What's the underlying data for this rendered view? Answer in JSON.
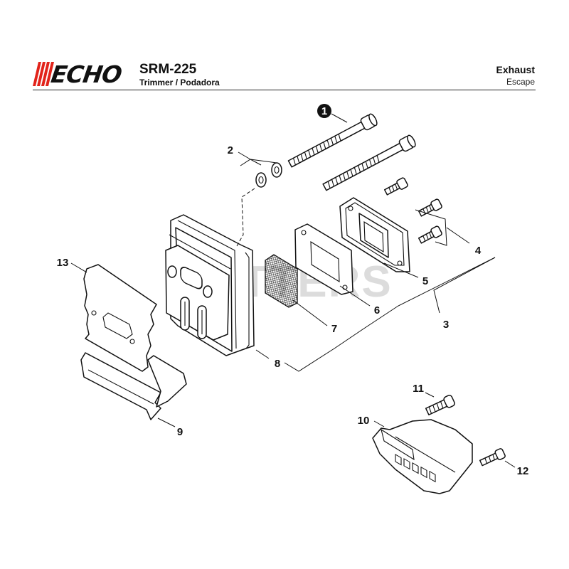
{
  "header": {
    "brand": "ECHO",
    "model": "SRM-225",
    "subtitle": "Trimmer / Podadora",
    "section_title": "Exhaust",
    "section_subtitle": "Escape"
  },
  "watermark": "CUTTERS",
  "callouts": [
    {
      "id": "1",
      "label": "1",
      "part": "bolt",
      "highlighted": true
    },
    {
      "id": "2",
      "label": "2",
      "part": "washer"
    },
    {
      "id": "3",
      "label": "3",
      "part": "muffler-assembly"
    },
    {
      "id": "4",
      "label": "4",
      "part": "screw"
    },
    {
      "id": "5",
      "label": "5",
      "part": "muffler-cover-plate"
    },
    {
      "id": "6",
      "label": "6",
      "part": "gasket"
    },
    {
      "id": "7",
      "label": "7",
      "part": "spark-arrestor-screen"
    },
    {
      "id": "8",
      "label": "8",
      "part": "muffler-body"
    },
    {
      "id": "9",
      "label": "9",
      "part": "heat-shield-plate"
    },
    {
      "id": "10",
      "label": "10",
      "part": "muffler-guard"
    },
    {
      "id": "11",
      "label": "11",
      "part": "guard-screw"
    },
    {
      "id": "12",
      "label": "12",
      "part": "guard-screw"
    },
    {
      "id": "13",
      "label": "13",
      "part": "insulator-gasket"
    }
  ],
  "colors": {
    "logo_red": "#e2231a",
    "ink": "#111111",
    "watermark": "#dcdcdc"
  }
}
